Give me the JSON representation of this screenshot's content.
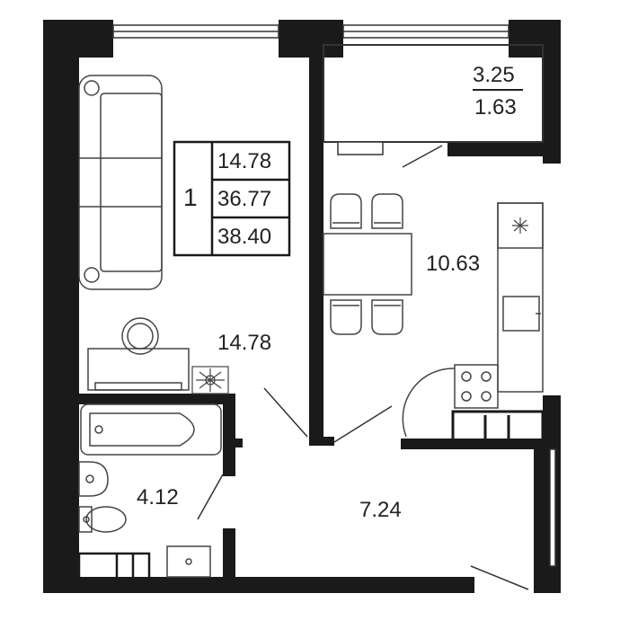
{
  "summary": {
    "rooms": "1",
    "living_area": "14.78",
    "total_area": "36.77",
    "total_with_balcony": "38.40"
  },
  "rooms": {
    "living_room": "14.78",
    "kitchen": "10.63",
    "hallway": "7.24",
    "bathroom": "4.12",
    "balcony_area": "3.25",
    "balcony_reduced": "1.63"
  },
  "colors": {
    "wall": "#1a1a1a",
    "line": "#333333",
    "background": "#ffffff"
  }
}
